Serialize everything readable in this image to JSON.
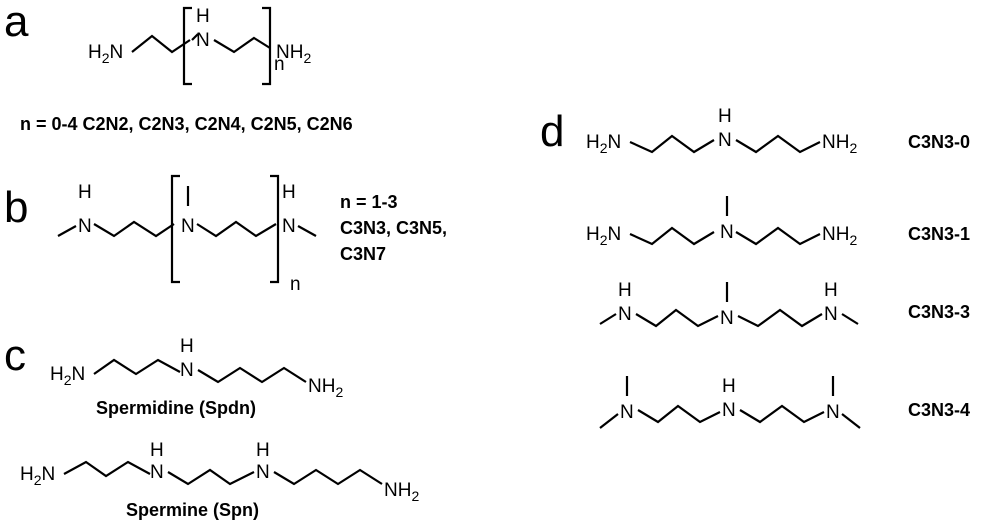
{
  "panels": {
    "a": {
      "letter": "a",
      "subscript": "n",
      "caption": "n = 0-4 C2N2, C2N3, C2N4, C2N5, C2N6",
      "atoms": {
        "h2n": "H2N",
        "nh": "N",
        "h": "H",
        "nh2": "NH2"
      }
    },
    "b": {
      "letter": "b",
      "subscript": "n",
      "caption_lines": [
        "n = 1-3",
        "C3N3, C3N5,",
        "C3N7"
      ],
      "atoms": {
        "n": "N",
        "h": "H"
      }
    },
    "c": {
      "letter": "c",
      "labels": [
        "Spermidine (Spdn)",
        "Spermine (Spn)"
      ],
      "atoms": {
        "h2n": "H2N",
        "n": "N",
        "h": "H",
        "nh2": "NH2"
      }
    },
    "d": {
      "letter": "d",
      "labels": [
        "C3N3-0",
        "C3N3-1",
        "C3N3-3",
        "C3N3-4"
      ],
      "atoms": {
        "h2n": "H2N",
        "n": "N",
        "h": "H",
        "nh2": "NH2"
      }
    }
  }
}
